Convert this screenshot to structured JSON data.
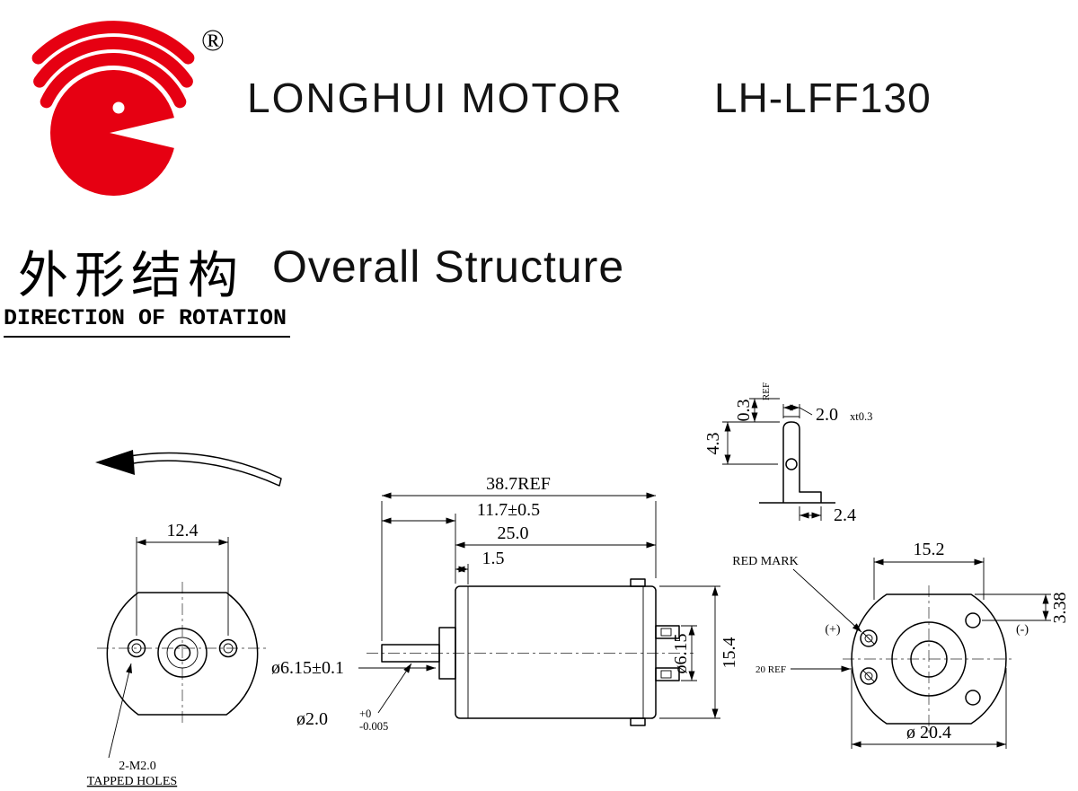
{
  "header": {
    "brand": "LONGHUI MOTOR",
    "model": "LH-LFF130",
    "registered_mark": "®"
  },
  "title": {
    "chinese": "外形结构",
    "english": "Overall  Structure"
  },
  "section_label": "DIRECTION OF ROTATION",
  "colors": {
    "logo_red": "#e60012",
    "ink": "#000000"
  },
  "front_view": {
    "hole_spacing": "12.4",
    "tapped_note_line1": "2-M2.0",
    "tapped_note_line2": "TAPPED HOLES"
  },
  "side_view": {
    "total_length": "38.7REF",
    "shaft_length": "11.7±0.5",
    "body_length": "25.0",
    "cap_step": "1.5",
    "bushing_dia": "ø6.15±0.1",
    "shaft_dia": "ø2.0",
    "shaft_tol_upper": "+0",
    "shaft_tol_lower": "-0.005",
    "terminal_span": "ø6.15",
    "body_height": "15.4"
  },
  "terminal_detail": {
    "dim_height": "4.3",
    "dim_thickness": "0.3",
    "ref": "REF",
    "dim_width": "2.0",
    "dim_width_suffix": "xt0.3",
    "dim_depth": "2.4"
  },
  "back_view": {
    "red_mark": "RED MARK",
    "positive": "(+)",
    "negative": "(-)",
    "ref_20": "20 REF",
    "flat_width": "15.2",
    "hole_offset": "3.38",
    "outer_dia": "ø 20.4"
  }
}
